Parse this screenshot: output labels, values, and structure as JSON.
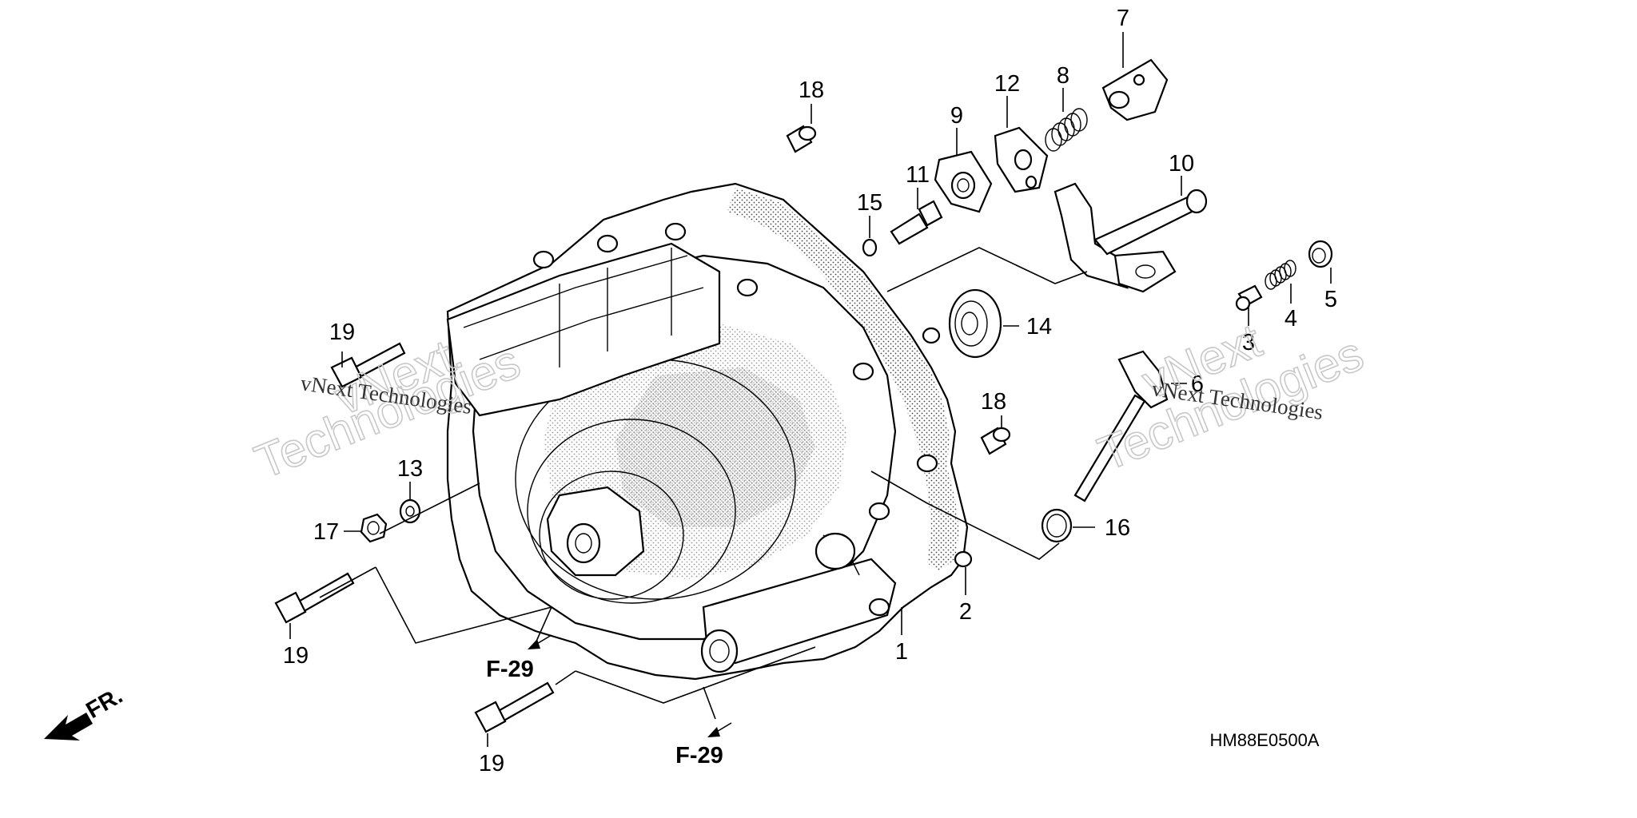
{
  "diagram_code": "HM88E0500A",
  "front_indicator": "FR.",
  "watermark": {
    "large": [
      "vNext",
      "Technologies"
    ],
    "small": "vNext Technologies"
  },
  "callouts": [
    {
      "id": "c1",
      "label": "1"
    },
    {
      "id": "c2",
      "label": "2"
    },
    {
      "id": "c3",
      "label": "3"
    },
    {
      "id": "c4",
      "label": "4"
    },
    {
      "id": "c5",
      "label": "5"
    },
    {
      "id": "c6",
      "label": "6"
    },
    {
      "id": "c7",
      "label": "7"
    },
    {
      "id": "c8",
      "label": "8"
    },
    {
      "id": "c9",
      "label": "9"
    },
    {
      "id": "c10",
      "label": "10"
    },
    {
      "id": "c11",
      "label": "11"
    },
    {
      "id": "c12",
      "label": "12"
    },
    {
      "id": "c13",
      "label": "13"
    },
    {
      "id": "c14",
      "label": "14"
    },
    {
      "id": "c15",
      "label": "15"
    },
    {
      "id": "c16",
      "label": "16"
    },
    {
      "id": "c17",
      "label": "17"
    },
    {
      "id": "c18a",
      "label": "18"
    },
    {
      "id": "c18b",
      "label": "18"
    },
    {
      "id": "c19a",
      "label": "19"
    },
    {
      "id": "c19b",
      "label": "19"
    },
    {
      "id": "c19c",
      "label": "19"
    }
  ],
  "references": [
    {
      "id": "r1",
      "label": "F-29"
    },
    {
      "id": "r2",
      "label": "F-29"
    }
  ]
}
